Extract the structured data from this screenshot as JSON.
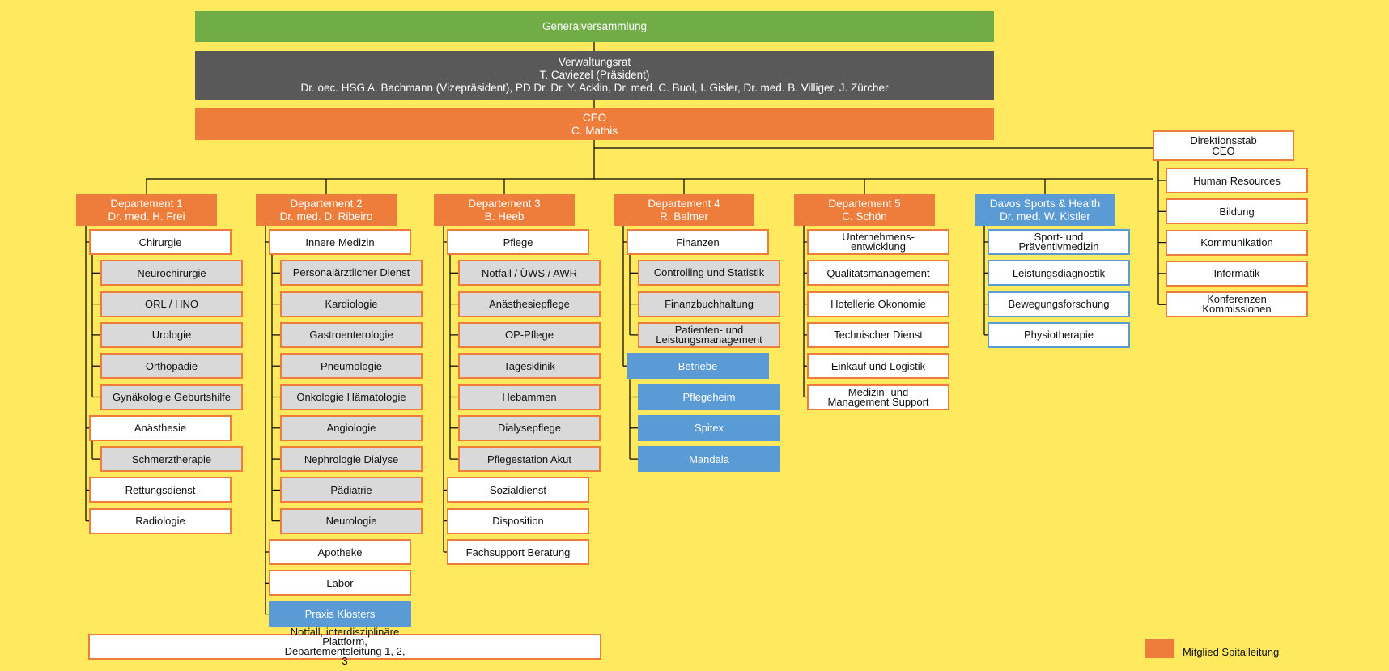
{
  "board": {
    "general_assembly": "Generalversammlung",
    "title": "Verwaltungsrat",
    "president": "T. Caviezel (Präsident)",
    "members": "Dr. oec. HSG A. Bachmann (Vizepräsident), PD Dr. Dr. Y. Acklin, Dr. med. C. Buol, I. Gisler, Dr. med. B. Villiger, J. Zürcher",
    "ceo_title": "CEO",
    "ceo_name": "C. Mathis"
  },
  "staff": {
    "title": "Direktionsstab",
    "subtitle": "CEO",
    "items": [
      "Human Resources",
      "Bildung",
      "Kommunikation",
      "Informatik",
      "Konferenzen Kommissionen"
    ]
  },
  "departments": [
    {
      "title": "Departement 1",
      "head": "Dr. med. H. Frei",
      "units": [
        {
          "label": "Chirurgie",
          "style": "white",
          "subunits": [
            "Neurochirurgie",
            "ORL / HNO",
            "Urologie",
            "Orthopädie",
            "Gynäkologie Geburtshilfe"
          ]
        },
        {
          "label": "Anästhesie",
          "style": "white",
          "subunits": [
            "Schmerztherapie"
          ]
        },
        {
          "label": "Rettungsdienst",
          "style": "white",
          "subunits": []
        },
        {
          "label": "Radiologie",
          "style": "white",
          "subunits": []
        }
      ]
    },
    {
      "title": "Departement 2",
      "head": "Dr. med. D. Ribeiro",
      "units": [
        {
          "label": "Innere Medizin",
          "style": "white",
          "subunits": [
            "Personalärztlicher Dienst",
            "Kardiologie",
            "Gastroenterologie",
            "Pneumologie",
            "Onkologie Hämatologie",
            "Angiologie",
            "Nephrologie Dialyse",
            "Pädiatrie",
            "Neurologie"
          ]
        },
        {
          "label": "Apotheke",
          "style": "white",
          "subunits": []
        },
        {
          "label": "Labor",
          "style": "white",
          "subunits": []
        },
        {
          "label": "Praxis Klosters",
          "style": "blue",
          "subunits": []
        }
      ]
    },
    {
      "title": "Departement 3",
      "head": "B. Heeb",
      "units": [
        {
          "label": "Pflege",
          "style": "white",
          "subunits": [
            "Notfall / ÜWS / AWR",
            "Anästhesiepflege",
            "OP-Pflege",
            "Tagesklinik",
            "Hebammen",
            "Dialysepflege",
            "Pflegestation Akut"
          ]
        },
        {
          "label": "Sozialdienst",
          "style": "white",
          "subunits": []
        },
        {
          "label": "Disposition",
          "style": "white",
          "subunits": []
        },
        {
          "label": "Fachsupport Beratung",
          "style": "white",
          "subunits": []
        }
      ]
    },
    {
      "title": "Departement 4",
      "head": "R. Balmer",
      "units": [
        {
          "label": "Finanzen",
          "style": "white",
          "subunits": [
            "Controlling und Statistik",
            "Finanzbuchhaltung",
            "Patienten- und Leistungsmanagement"
          ]
        },
        {
          "label": "Betriebe",
          "style": "blue",
          "subunits": [
            "Pflegeheim",
            "Spitex",
            "Mandala"
          ]
        }
      ]
    },
    {
      "title": "Departement 5",
      "head": "C. Schön",
      "units": [
        {
          "label": "Unternehmens- entwicklung",
          "style": "white",
          "subunits": []
        },
        {
          "label": "Qualitätsmanagement",
          "style": "white",
          "subunits": []
        },
        {
          "label": "Hotellerie Ökonomie",
          "style": "white",
          "subunits": []
        },
        {
          "label": "Technischer Dienst",
          "style": "white",
          "subunits": []
        },
        {
          "label": "Einkauf und Logistik",
          "style": "white",
          "subunits": []
        },
        {
          "label": "Medizin- und Management Support",
          "style": "white",
          "subunits": []
        }
      ]
    },
    {
      "title": "Davos Sports & Health",
      "head": "Dr. med. W. Kistler",
      "units": [
        {
          "label": "Sport- und Präventivmedizin",
          "style": "bluewhite",
          "subunits": []
        },
        {
          "label": "Leistungsdiagnostik",
          "style": "bluewhite",
          "subunits": []
        },
        {
          "label": "Bewegungsforschung",
          "style": "bluewhite",
          "subunits": []
        },
        {
          "label": "Physiotherapie",
          "style": "bluewhite",
          "subunits": []
        }
      ]
    }
  ],
  "platform": "Notfall, interdisziplinäre Plattform, Departementsleitung 1, 2, 3",
  "legend": {
    "label": "Mitglied Spitalleitung",
    "color": "#EE7D3B"
  },
  "colors": {
    "background": "#FFE95F",
    "general_assembly": "#70AD47",
    "board": "#595959",
    "management": "#EE7D3B",
    "affiliate": "#5B9BD5",
    "subunit": "#D9D9D9"
  }
}
